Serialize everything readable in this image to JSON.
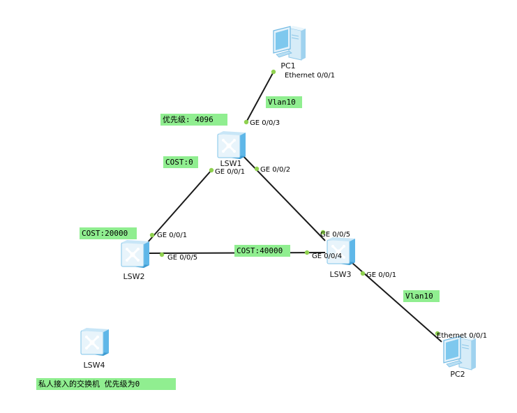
{
  "colors": {
    "note_bg": "#90ee90",
    "port_dot": "#8fd14f",
    "link": "#1a1a1a",
    "switch_top": "#e8f4fb",
    "switch_side": "#5fb7e8",
    "pc_screen": "#7ec8ee"
  },
  "devices": [
    {
      "id": "pc1",
      "kind": "pc",
      "name": "PC1"
    },
    {
      "id": "lsw1",
      "kind": "switch",
      "name": "LSW1"
    },
    {
      "id": "lsw2",
      "kind": "switch",
      "name": "LSW2"
    },
    {
      "id": "lsw3",
      "kind": "switch",
      "name": "LSW3"
    },
    {
      "id": "lsw4",
      "kind": "switch",
      "name": "LSW4"
    },
    {
      "id": "pc2",
      "kind": "pc",
      "name": "PC2"
    }
  ],
  "links": [
    {
      "from": "pc1",
      "to": "lsw1",
      "from_port": "Ethernet 0/0/1",
      "to_port": "GE 0/0/3"
    },
    {
      "from": "lsw1",
      "to": "lsw2",
      "from_port": "GE 0/0/1",
      "to_port": "GE 0/0/1"
    },
    {
      "from": "lsw1",
      "to": "lsw3",
      "from_port": "GE 0/0/2",
      "to_port": "GE 0/0/5"
    },
    {
      "from": "lsw2",
      "to": "lsw3",
      "from_port": "GE 0/0/5",
      "to_port": "GE 0/0/4"
    },
    {
      "from": "lsw3",
      "to": "pc2",
      "from_port": "GE 0/0/1",
      "to_port": "Ethernet 0/0/1"
    }
  ],
  "notes": [
    {
      "id": "vlan-top",
      "text": "Vlan10"
    },
    {
      "id": "priority-1",
      "text": "优先级: 4096"
    },
    {
      "id": "cost-lsw1",
      "text": "COST:0"
    },
    {
      "id": "cost-lsw2",
      "text": "COST:20000"
    },
    {
      "id": "cost-lsw3",
      "text": "COST:40000"
    },
    {
      "id": "vlan-bottom",
      "text": "Vlan10"
    },
    {
      "id": "lsw4-note",
      "text": "私人接入的交换机 优先级为0"
    }
  ]
}
